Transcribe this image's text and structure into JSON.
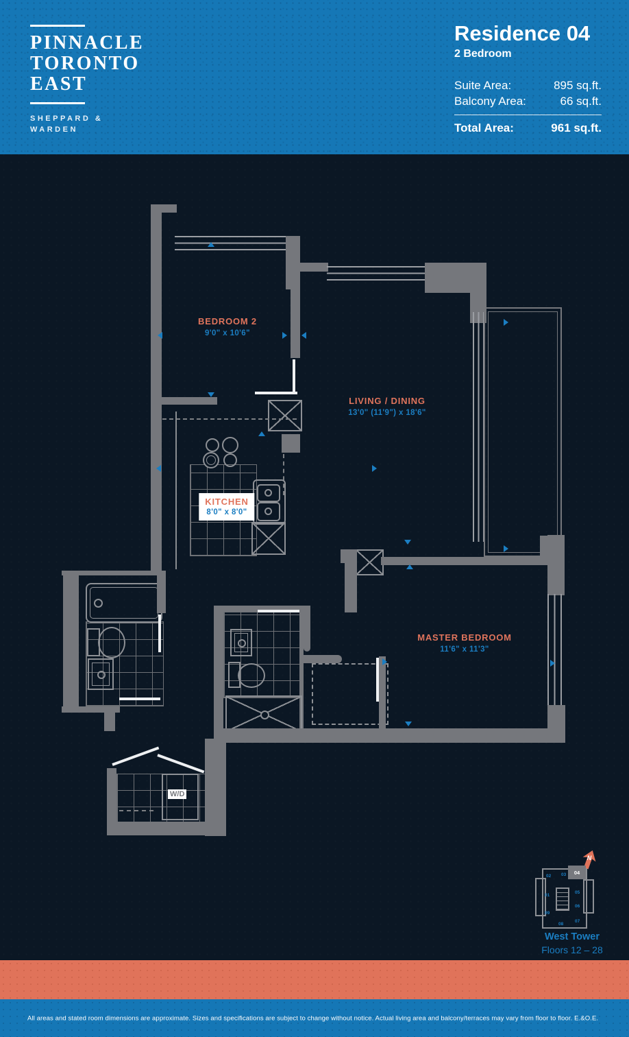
{
  "header": {
    "logo": {
      "lines": [
        "PINNACLE",
        "TORONTO",
        "EAST"
      ],
      "sub_lines": [
        "SHEPPARD &",
        "WARDEN"
      ]
    },
    "residence": {
      "title": "Residence 04",
      "subtitle": "2 Bedroom",
      "rows": [
        {
          "label": "Suite Area:",
          "value": "895 sq.ft."
        },
        {
          "label": "Balcony Area:",
          "value": "66 sq.ft."
        }
      ],
      "total": {
        "label": "Total Area:",
        "value": "961 sq.ft."
      }
    }
  },
  "floorplan": {
    "rooms": [
      {
        "id": "bedroom2",
        "name": "BEDROOM 2",
        "dims": "9'0\" x 10'6\""
      },
      {
        "id": "living",
        "name": "LIVING / DINING",
        "dims": "13'0\" (11'9\") x 18'6\""
      },
      {
        "id": "kitchen",
        "name": "KITCHEN",
        "dims": "8'0\" x 8'0\""
      },
      {
        "id": "master",
        "name": "MASTER BEDROOM",
        "dims": "11'6\" x 11'3\""
      }
    ],
    "labels": {
      "wd": "W/D"
    }
  },
  "keyplate": {
    "north": "N",
    "highlight": "04",
    "units": [
      "02",
      "03",
      "01",
      "05",
      "06",
      "07",
      "08",
      "09"
    ],
    "tower": "West Tower",
    "floors": "Floors 12 – 28"
  },
  "footer": {
    "disclaimer": "All areas and stated room dimensions are approximate. Sizes and specifications are subject to change without notice. Actual living area and balcony/terraces may vary from floor to floor. E.&O.E."
  },
  "colors": {
    "header_blue": "#1577b6",
    "plan_navy": "#0b1724",
    "wall_gray": "#75777c",
    "room_label_coral": "#e0745c",
    "dimension_blue": "#1b7ec2",
    "stripe_coral": "#e0735a",
    "white": "#ffffff"
  }
}
